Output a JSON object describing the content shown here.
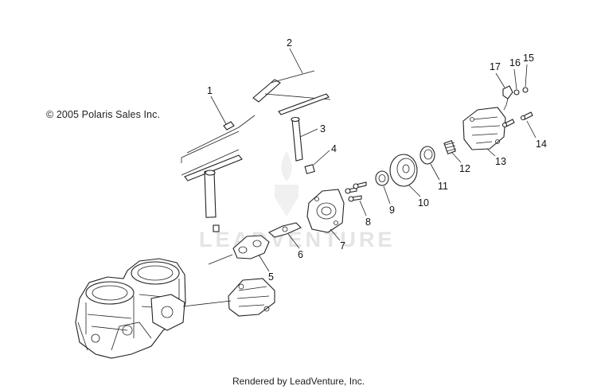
{
  "copyright": "© 2005 Polaris Sales Inc.",
  "footer": "Rendered by LeadVenture, Inc.",
  "watermark": "LEADVENTURE",
  "callouts": [
    "1",
    "2",
    "3",
    "4",
    "5",
    "6",
    "7",
    "8",
    "9",
    "10",
    "11",
    "12",
    "13",
    "14",
    "15",
    "16",
    "17"
  ],
  "colors": {
    "line": "#222222",
    "watermark": "#e4e4e4"
  }
}
